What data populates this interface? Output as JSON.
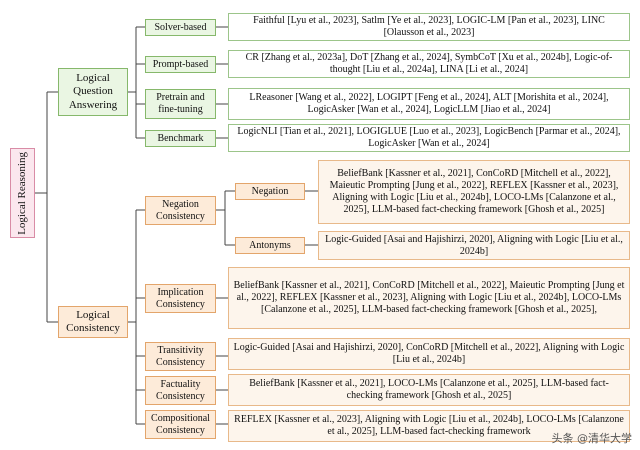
{
  "root": "Logical Reasoning",
  "lqa": {
    "label": "Logical Question Answering",
    "children": [
      {
        "label": "Solver-based",
        "refs": "Faithful [Lyu et al., 2023], Satlm [Ye et al., 2023], LOGIC-LM [Pan et al., 2023], LINC [Olausson et al., 2023]"
      },
      {
        "label": "Prompt-based",
        "refs": "CR [Zhang et al., 2023a], DoT [Zhang et al., 2024], SymbCoT [Xu et al., 2024b], Logic-of-thought [Liu et al., 2024a], LINA [Li et al., 2024]"
      },
      {
        "label": "Pretrain and fine-tuning",
        "refs": "LReasoner [Wang et al., 2022], LOGIPT [Feng et al., 2024], ALT [Morishita et al., 2024], LogicAsker [Wan et al., 2024], LogicLLM [Jiao et al., 2024]"
      },
      {
        "label": "Benchmark",
        "refs": "LogicNLI [Tian et al., 2021], LOGIGLUE [Luo et al., 2023], LogicBench [Parmar et al., 2024], LogicAsker [Wan et al., 2024]"
      }
    ]
  },
  "lc": {
    "label": "Logical Consistency",
    "negation": {
      "label": "Negation Consistency",
      "children": [
        {
          "label": "Negation",
          "refs": "BeliefBank [Kassner et al., 2021], ConCoRD [Mitchell et al., 2022], Maieutic Prompting [Jung et al., 2022], REFLEX [Kassner et al., 2023], Aligning with Logic [Liu et al., 2024b], LOCO-LMs [Calanzone et al., 2025], LLM-based fact-checking framework [Ghosh et al., 2025]"
        },
        {
          "label": "Antonyms",
          "refs": "Logic-Guided [Asai and Hajishirzi, 2020], Aligning with Logic [Liu et al., 2024b]"
        }
      ]
    },
    "others": [
      {
        "label": "Implication Consistency",
        "refs": "BeliefBank [Kassner et al., 2021], ConCoRD [Mitchell et al., 2022], Maieutic Prompting [Jung et al., 2022], REFLEX [Kassner et al., 2023], Aligning with Logic [Liu et al., 2024b], LOCO-LMs [Calanzone et al., 2025], LLM-based fact-checking framework [Ghosh et al., 2025],"
      },
      {
        "label": "Transitivity Consistency",
        "refs": "Logic-Guided [Asai and Hajishirzi, 2020], ConCoRD [Mitchell et al., 2022], Aligning with Logic [Liu et al., 2024b]"
      },
      {
        "label": "Factuality Consistency",
        "refs": "BeliefBank [Kassner et al., 2021], LOCO-LMs [Calanzone et al., 2025], LLM-based fact-checking framework [Ghosh et al., 2025]"
      },
      {
        "label": "Compositional Consistency",
        "refs": "REFLEX [Kassner et al., 2023], Aligning with Logic [Liu et al., 2024b], LOCO-LMs [Calanzone et al., 2025], LLM-based fact-checking framework"
      }
    ]
  },
  "watermark": "头条 @清华大学"
}
